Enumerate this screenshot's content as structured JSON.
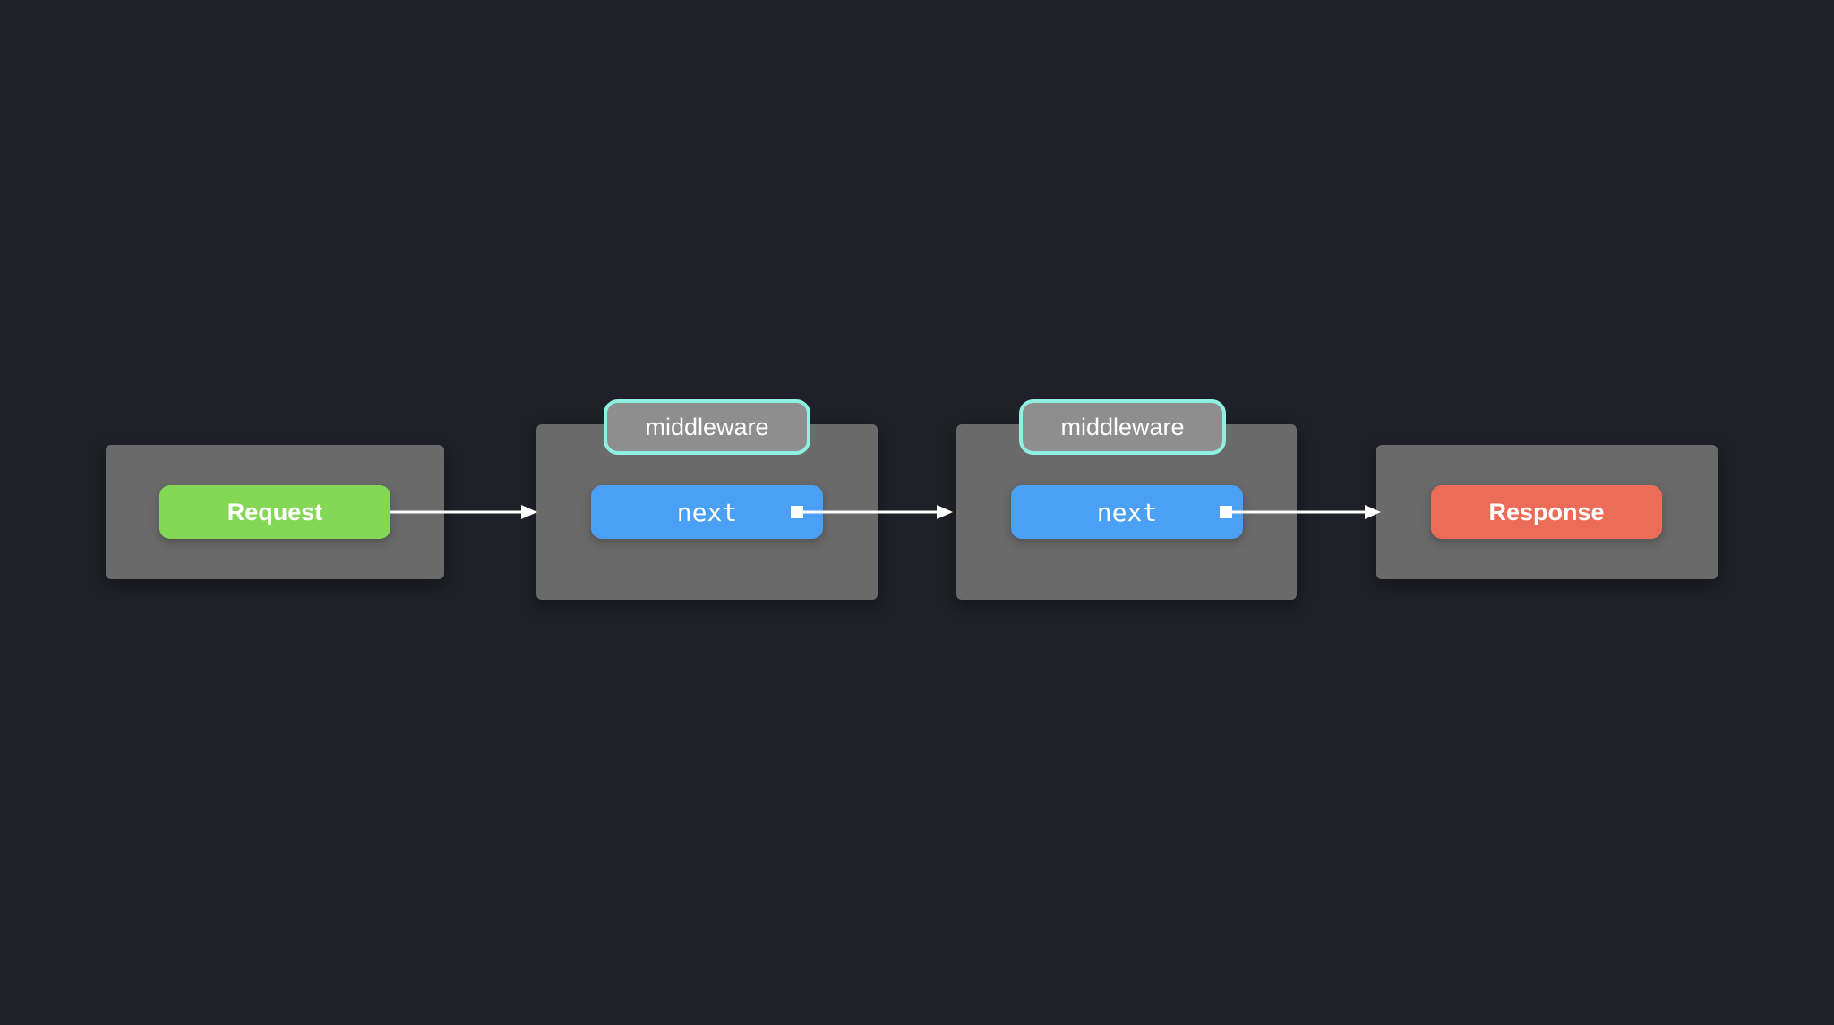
{
  "colors": {
    "background": "#1f2028",
    "box": "#6a6a6a",
    "request": "#85d855",
    "next": "#4aa0f5",
    "response": "#ec6d57",
    "tag_fill": "#8e8e8e",
    "tag_border": "#8ef0e0",
    "arrow": "#ffffff"
  },
  "request": {
    "label": "Request"
  },
  "middlewares": [
    {
      "tag": "middleware",
      "next_label": "next"
    },
    {
      "tag": "middleware",
      "next_label": "next"
    }
  ],
  "response": {
    "label": "Response"
  }
}
